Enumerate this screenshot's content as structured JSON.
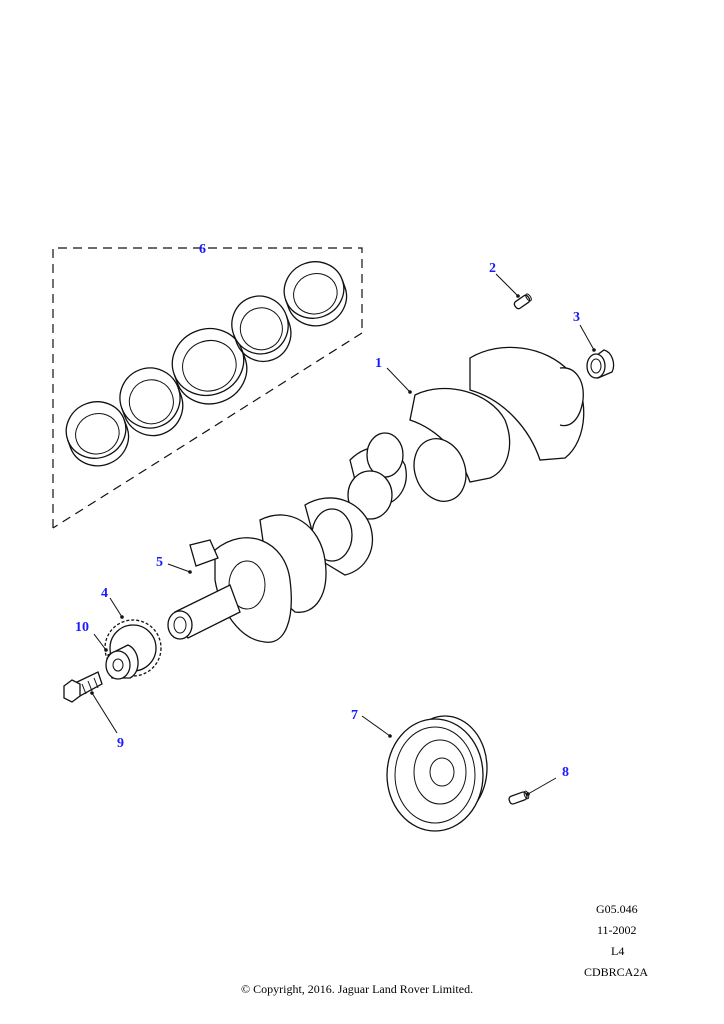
{
  "callouts": {
    "c1": "1",
    "c2": "2",
    "c3": "3",
    "c4": "4",
    "c5": "5",
    "c6": "6",
    "c7": "7",
    "c8": "8",
    "c9": "9",
    "c10": "10"
  },
  "footer": {
    "drawing_number": "G05.046",
    "date": "11-2002",
    "engine_code": "L4",
    "catalogue_ref": "CDBRCA2A",
    "copyright": "© Copyright, 2016. Jaguar Land Rover Limited."
  }
}
